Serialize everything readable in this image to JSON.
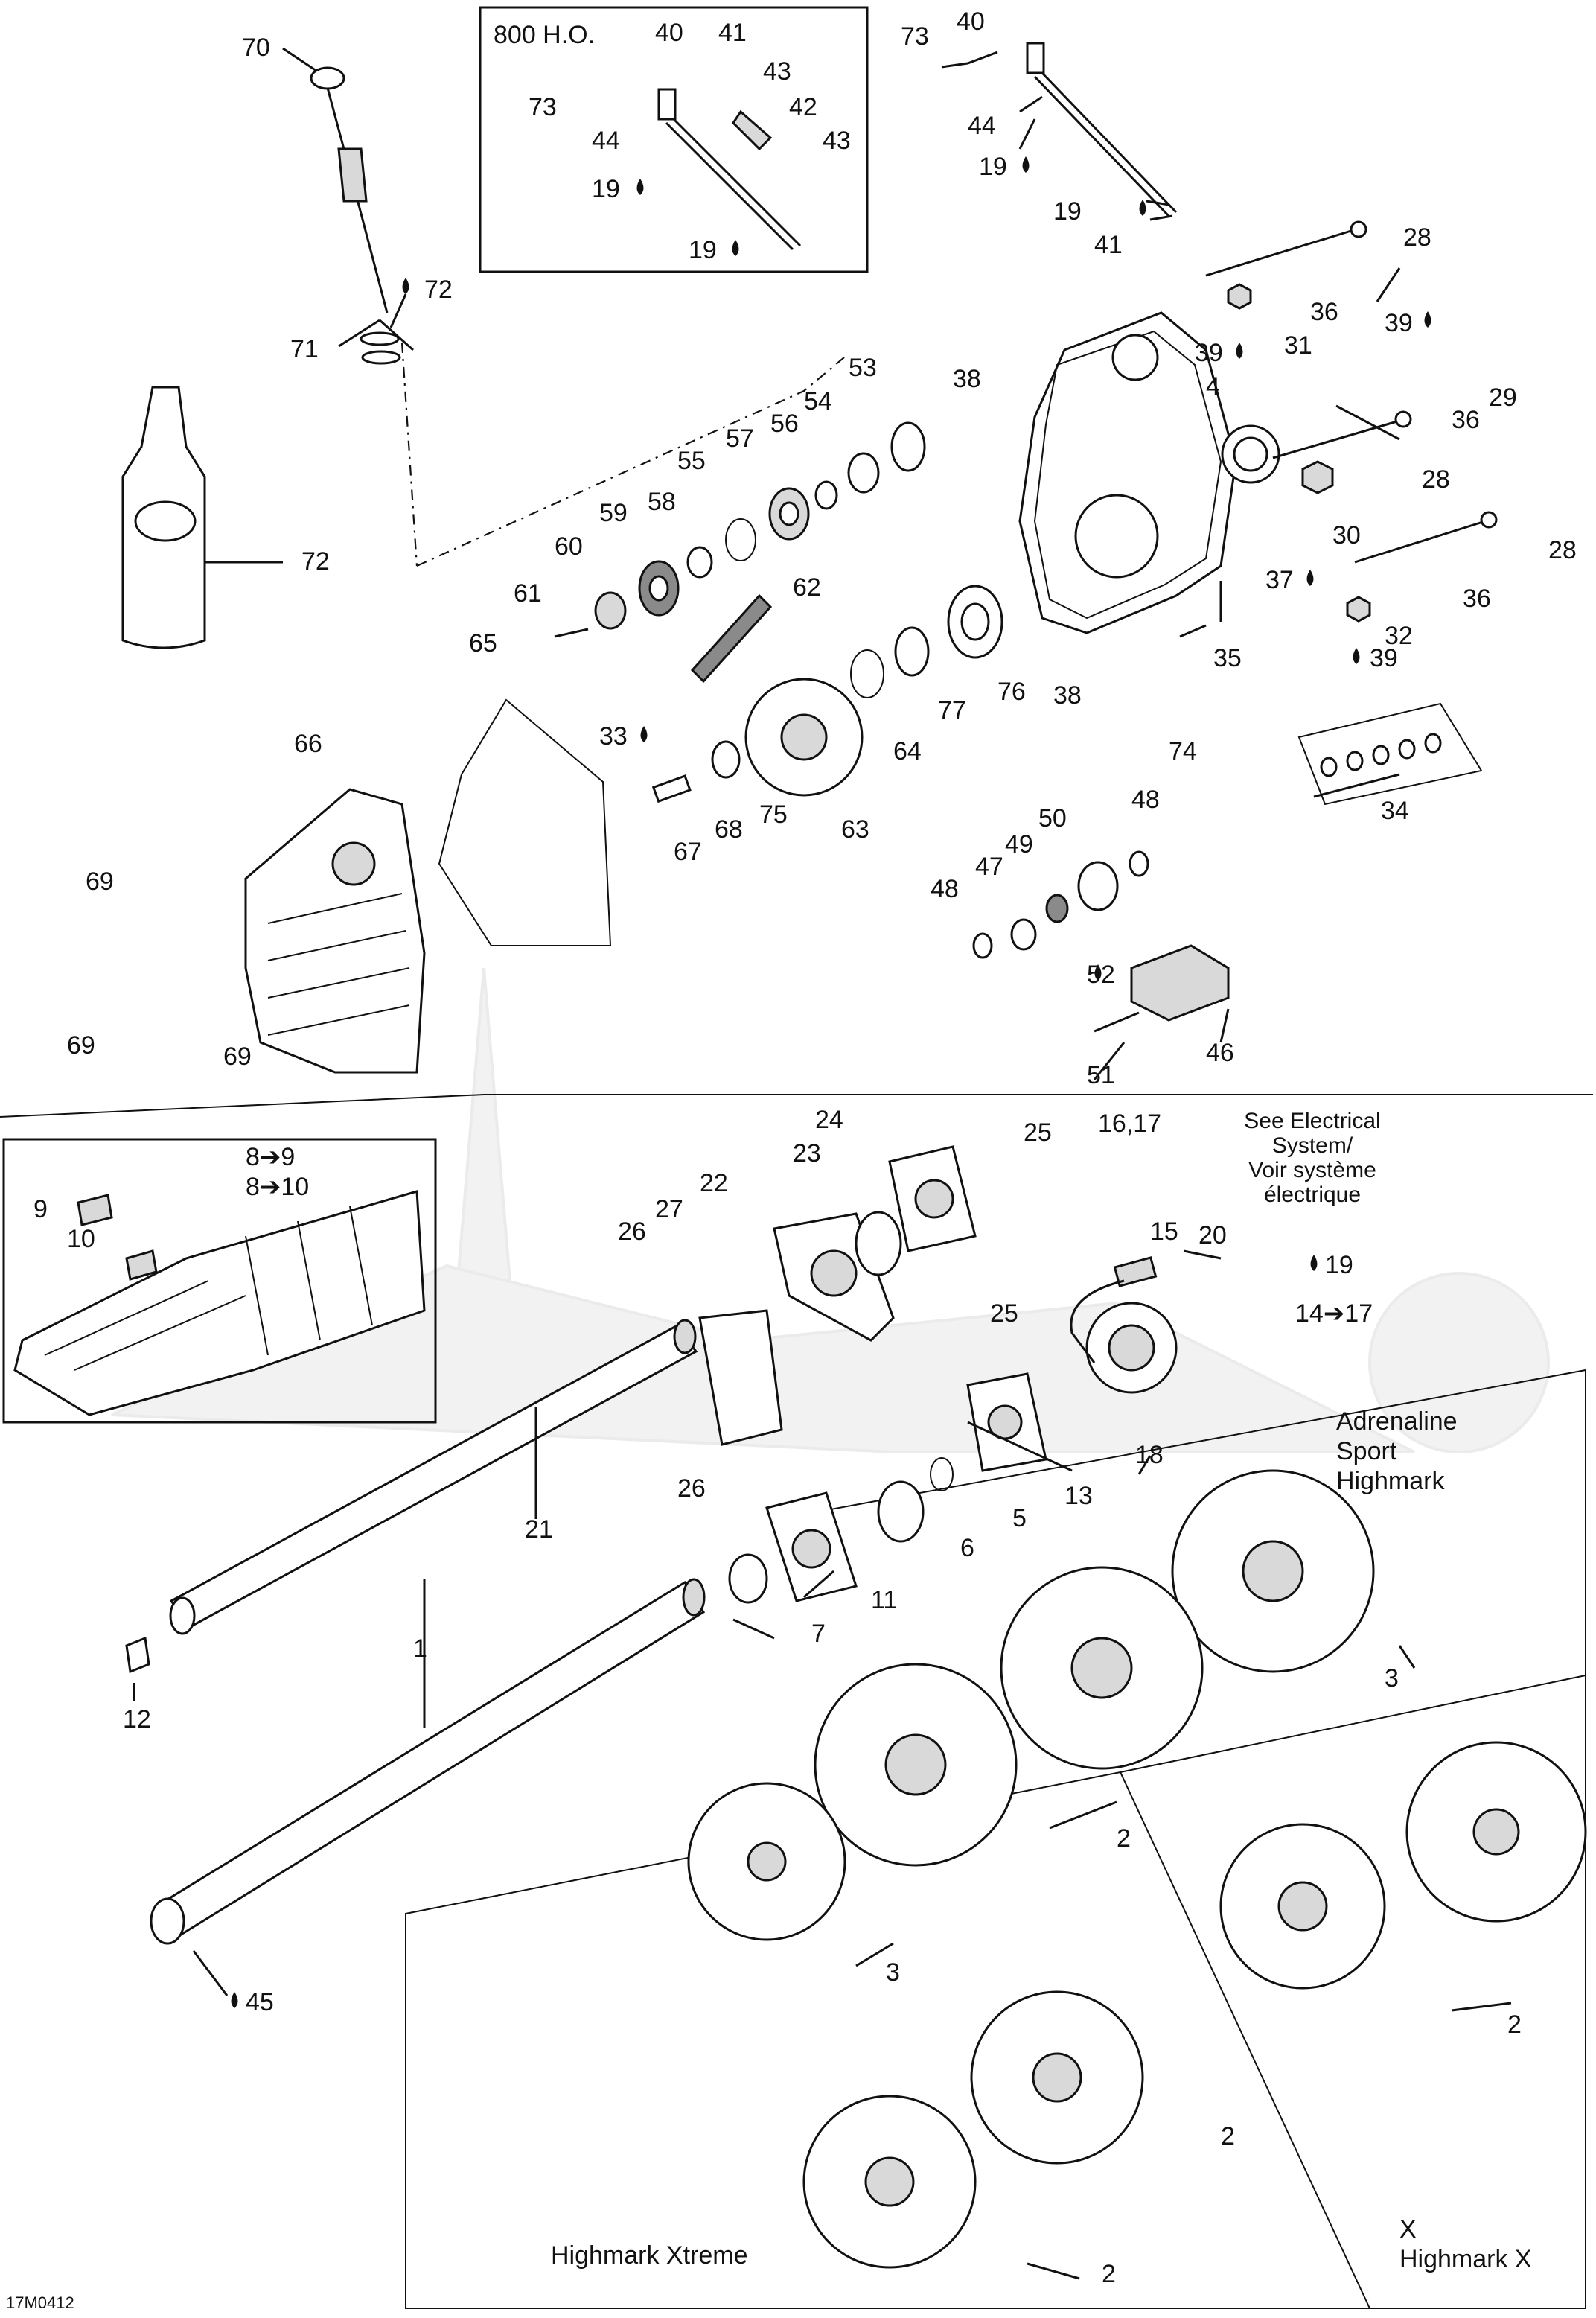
{
  "diagram_code": "17M0412",
  "inset_800ho_title": "800 H.O.",
  "electrical_note": [
    "See Electrical",
    "System/",
    "Voir système",
    "électrique"
  ],
  "variants": {
    "group_a": [
      "Adrenaline",
      "Sport",
      "Highmark"
    ],
    "group_b": "Highmark Xtreme",
    "group_c": [
      "X",
      "Highmark X"
    ]
  },
  "labels": {
    "c70": "70",
    "c40a": "40",
    "c41a": "41",
    "c43a": "43",
    "c42": "42",
    "c43b": "43",
    "c73a": "73",
    "c44a": "44",
    "c19a": "19",
    "c19b": "19",
    "c73b": "73",
    "c40b": "40",
    "c44b": "44",
    "c19c": "19",
    "c19d": "19",
    "c41b": "41",
    "c28a": "28",
    "c36a": "36",
    "c39a": "39",
    "c31": "31",
    "c39b": "39",
    "c29": "29",
    "c36b": "36",
    "c4": "4",
    "c28b": "28",
    "c30": "30",
    "c28c": "28",
    "c72a": "72",
    "c71": "71",
    "c72b": "72",
    "c53": "53",
    "c38a": "38",
    "c54": "54",
    "c56": "56",
    "c57": "57",
    "c55": "55",
    "c58": "58",
    "c59": "59",
    "c60": "60",
    "c61": "61",
    "c62": "62",
    "c37": "37",
    "c36c": "36",
    "c32": "32",
    "c39c": "39",
    "c35": "35",
    "c65": "65",
    "c66": "66",
    "c64": "64",
    "c77": "77",
    "c76": "76",
    "c38b": "38",
    "c74": "74",
    "c33": "33",
    "c68": "68",
    "c75": "75",
    "c63": "63",
    "c67": "67",
    "c34": "34",
    "c69a": "69",
    "c48a": "48",
    "c50": "50",
    "c49": "49",
    "c47": "47",
    "c48b": "48",
    "c52": "52",
    "c46": "46",
    "c51": "51",
    "c69b": "69",
    "c69c": "69",
    "c24": "24",
    "c25a": "25",
    "c16": "16,17",
    "c23": "23",
    "c22": "22",
    "c27": "27",
    "c26a": "26",
    "c15": "15",
    "c20": "20",
    "c19e": "19",
    "c14": "14➔17",
    "c25b": "25",
    "c9": "9",
    "c10": "10",
    "c89": "8➔9",
    "c810": "8➔10",
    "c21": "21",
    "c26b": "26",
    "c18": "18",
    "c13": "13",
    "c5": "5",
    "c6": "6",
    "c11": "11",
    "c7": "7",
    "c12": "12",
    "c1": "1",
    "c3a": "3",
    "c2a": "2",
    "c2b": "2",
    "c3b": "3",
    "c45": "45",
    "c2c": "2",
    "c2d": "2"
  }
}
